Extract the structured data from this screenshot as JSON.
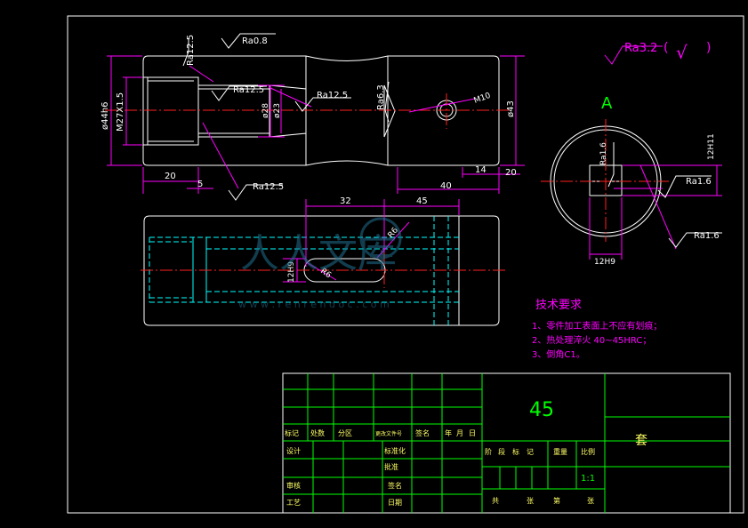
{
  "surface": {
    "ra_main": "Ra0.8",
    "ra_left": "Ra12.5",
    "ra_inner": "Ra12.5",
    "ra_mid": "Ra12.5",
    "ra_slot": "Ra6.3",
    "ra_bottom": "Ra12.5",
    "ra_general": "Ra3.2",
    "ra_general_mark": "√",
    "ra_section_1": "Ra1.6",
    "ra_section_2": "Ra1.6",
    "ra_section_3": "Ra1.6"
  },
  "dimensions": {
    "outer_dia": "ø44h6",
    "thread": "M27X1.5",
    "bore_1": "ø28",
    "bore_2": "ø23",
    "outer_right": "ø43",
    "hole": "M10",
    "len_20_left": "20",
    "len_5": "5",
    "len_14": "14",
    "len_20_right": "20",
    "len_40": "40",
    "len_32": "32",
    "len_45": "45",
    "slot_r_1": "R6",
    "slot_r_2": "R6",
    "slot_w": "12H9",
    "section_w": "12H9",
    "section_h": "12H11"
  },
  "section_label": "A",
  "watermark": {
    "text": "人人文库",
    "url": "w w w . r e n r e n d o c . c o m"
  },
  "notes": {
    "title": "技术要求",
    "items": [
      "1、零件加工表面上不应有划痕；",
      "2、热处理淬火 40~45HRC；",
      "3、倒角C1。"
    ]
  },
  "title_block": {
    "material": "45",
    "part_name": "套",
    "row_labels": [
      "标记",
      "处数",
      "分区",
      "更改文件号",
      "签名",
      "年",
      "月",
      "日"
    ],
    "labels_left": [
      "设计",
      "审核",
      "工艺"
    ],
    "labels_mid": [
      "标准化",
      "批准",
      "日期"
    ],
    "labels_mid2": [
      "签名",
      "日期"
    ],
    "stage_labels": [
      "阶",
      "段",
      "标",
      "记"
    ],
    "weight_label": "重量",
    "scale_label": "比例",
    "scale": "1:1",
    "sheet_labels": [
      "共",
      "张",
      "第",
      "张"
    ]
  }
}
